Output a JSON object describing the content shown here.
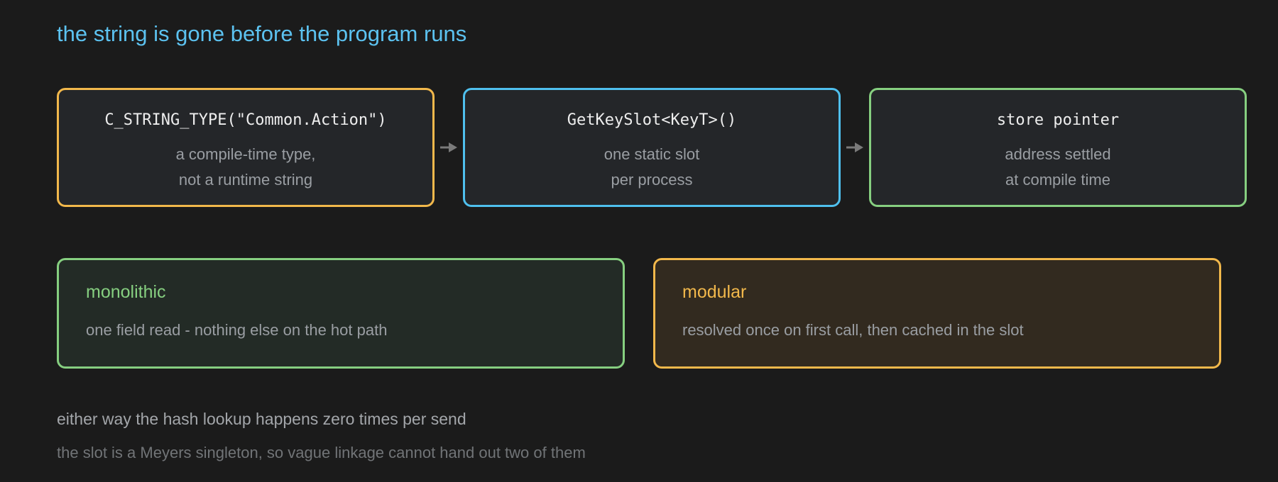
{
  "title": "the string is gone before the program runs",
  "steps": [
    {
      "code": "C_STRING_TYPE(\"Common.Action\")",
      "desc_line1": "a compile-time type,",
      "desc_line2": "not a runtime string",
      "border_color": "#f2b84b"
    },
    {
      "code": "GetKeySlot<KeyT>()",
      "desc_line1": "one static slot",
      "desc_line2": "per process",
      "border_color": "#4fc0ee"
    },
    {
      "code": "store pointer",
      "desc_line1": "address settled",
      "desc_line2": "at compile time",
      "border_color": "#86cf80"
    }
  ],
  "arrow_icon": "arrow-right-icon",
  "modes": {
    "monolithic": {
      "title": "monolithic",
      "desc": "one field read - nothing else on the hot path",
      "accent": "#86cf80"
    },
    "modular": {
      "title": "modular",
      "desc": "resolved once on first call, then cached in the slot",
      "accent": "#f2b84b"
    }
  },
  "footer": {
    "line1": "either way the hash lookup happens zero times per send",
    "line2": "the slot is a Meyers singleton, so vague linkage cannot hand out two of them"
  },
  "colors": {
    "background": "#1b1b1b",
    "title": "#5cc2f0",
    "muted_text": "#9a9ea3",
    "arrow": "#7a7a7a"
  }
}
